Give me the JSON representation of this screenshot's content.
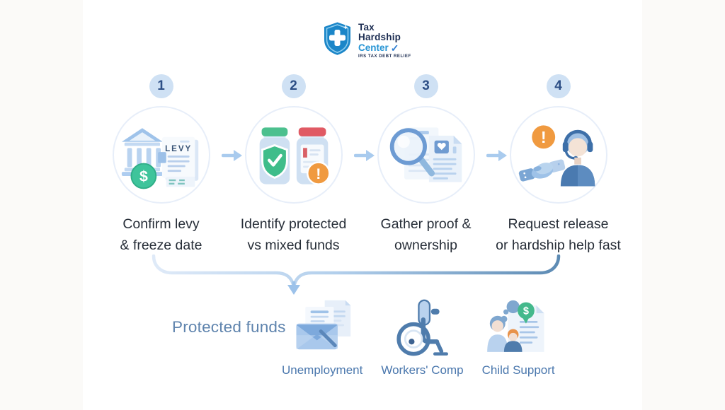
{
  "logo": {
    "line1": "Tax",
    "line2": "Hardship",
    "line3": "Center",
    "check": "✓",
    "tagline": "IRS TAX DEBT RELIEF",
    "shield_icon": "shield-medical-cross-icon",
    "shield_color": "#1b86c8",
    "navy": "#1c2d52",
    "blue": "#2694d4"
  },
  "steps": [
    {
      "number": "1",
      "lines": [
        "Confirm levy",
        "& freeze date"
      ],
      "icon": "bank-levy-dollar-icon",
      "levy_text": "LEVY",
      "dollar": "$"
    },
    {
      "number": "2",
      "lines": [
        "Identify protected",
        "vs mixed funds"
      ],
      "icon": "protected-vs-mixed-jars-icon",
      "exclamation": "!"
    },
    {
      "number": "3",
      "lines": [
        "Gather proof &",
        "ownership"
      ],
      "icon": "magnifier-documents-icon"
    },
    {
      "number": "4",
      "lines": [
        "Request release",
        "or hardship help fast"
      ],
      "icon": "handshake-support-agent-icon",
      "exclamation": "!"
    }
  ],
  "arrows": {
    "between_steps": "right-arrow-icon",
    "bracket": "merge-bracket-down-arrow"
  },
  "protected": {
    "title": "Protected funds",
    "items": [
      {
        "label": "Unemployment",
        "icon": "envelope-documents-icon"
      },
      {
        "label": "Workers' Comp",
        "icon": "wheelchair-icon",
        "dollar": ""
      },
      {
        "label": "Child Support",
        "icon": "family-dollar-document-icon",
        "dollar": "$"
      }
    ]
  },
  "colors": {
    "badge_bg": "#cfe1f4",
    "badge_text": "#2d4f86",
    "circle_border": "#e7eef9",
    "arrow_blue": "#a9cbee",
    "step_text": "#272e38",
    "protected_title": "#5e83ad",
    "fund_label": "#4a77ad",
    "green": "#3ec49b",
    "orange": "#f09a40",
    "red": "#e05a64",
    "steel_blue": "#4f7cac"
  }
}
